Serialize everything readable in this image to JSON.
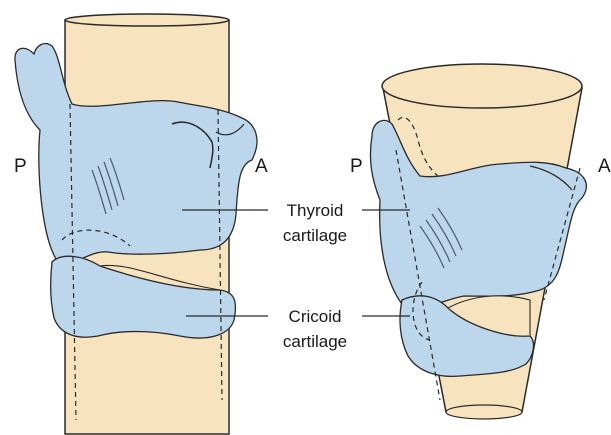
{
  "left_figure": {
    "posterior_label": "P",
    "anterior_label": "A"
  },
  "right_figure": {
    "posterior_label": "P",
    "anterior_label": "A"
  },
  "labels": {
    "thyroid_line1": "Thyroid",
    "thyroid_line2": "cartilage",
    "cricoid_line1": "Cricoid",
    "cricoid_line2": "cartilage"
  },
  "colors": {
    "cylinder_fill": "#f7e3bd",
    "cartilage_fill": "#bcd6ec",
    "outline": "#2a2a2a"
  }
}
